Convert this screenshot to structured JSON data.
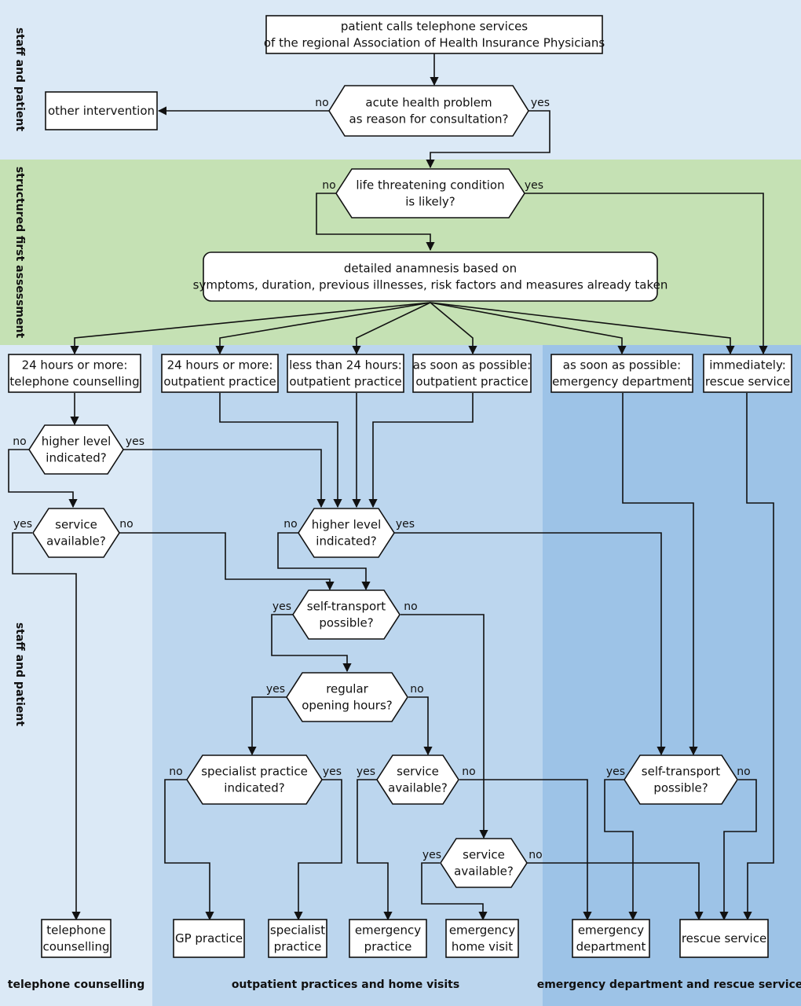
{
  "colors": {
    "band_top": "#dbe9f6",
    "band_green": "#c5e1b4",
    "col_telephone": "#dbe9f6",
    "col_outpatient": "#bcd6ee",
    "col_emergency": "#9dc3e7",
    "box_fill": "#ffffff",
    "line": "#111111"
  },
  "bands": {
    "top": "staff and patient",
    "assessment": "structured first assessment",
    "bottom": "staff and patient"
  },
  "columns": {
    "telephone": "telephone counselling",
    "outpatient": "outpatient practices and home visits",
    "emergency": "emergency department and rescue service"
  },
  "nodes": {
    "calls": [
      "patient calls telephone services",
      "of the regional Association of Health Insurance Physicians"
    ],
    "acute": [
      "acute health problem",
      "as reason for consultation?"
    ],
    "other": [
      "other intervention"
    ],
    "life": [
      "life threatening condition",
      "is likely?"
    ],
    "anamnesis": [
      "detailed anamnesis based on",
      "symptoms, duration, previous illnesses, risk factors and measures already taken"
    ],
    "u1": [
      "24 hours or more:",
      "telephone counselling"
    ],
    "u2": [
      "24 hours or more:",
      "outpatient practice"
    ],
    "u3": [
      "less than 24 hours:",
      "outpatient practice"
    ],
    "u4": [
      "as soon as possible:",
      "outpatient practice"
    ],
    "u5": [
      "as soon as possible:",
      "emergency department"
    ],
    "u6": [
      "immediately:",
      "rescue service"
    ],
    "hl1": [
      "higher level",
      "indicated?"
    ],
    "sa1": [
      "service",
      "available?"
    ],
    "hl2": [
      "higher level",
      "indicated?"
    ],
    "st1": [
      "self-transport",
      "possible?"
    ],
    "roh": [
      "regular",
      "opening hours?"
    ],
    "spi": [
      "specialist practice",
      "indicated?"
    ],
    "sa2": [
      "service",
      "available?"
    ],
    "sa3": [
      "service",
      "available?"
    ],
    "st2": [
      "self-transport",
      "possible?"
    ],
    "o_tel": [
      "telephone",
      "counselling"
    ],
    "o_gp": [
      "GP practice"
    ],
    "o_spec": [
      "specialist",
      "practice"
    ],
    "o_ep": [
      "emergency",
      "practice"
    ],
    "o_ehv": [
      "emergency",
      "home visit"
    ],
    "o_ed": [
      "emergency",
      "department"
    ],
    "o_rs": [
      "rescue service"
    ]
  },
  "edge_labels": {
    "acute_no": "no",
    "acute_yes": "yes",
    "life_no": "no",
    "life_yes": "yes",
    "hl1_no": "no",
    "hl1_yes": "yes",
    "sa1_yes": "yes",
    "sa1_no": "no",
    "hl2_no": "no",
    "hl2_yes": "yes",
    "st1_yes": "yes",
    "st1_no": "no",
    "roh_yes": "yes",
    "roh_no": "no",
    "spi_no": "no",
    "spi_yes": "yes",
    "sa2_yes": "yes",
    "sa2_no": "no",
    "sa3_yes": "yes",
    "sa3_no": "no",
    "st2_yes": "yes",
    "st2_no": "no"
  }
}
